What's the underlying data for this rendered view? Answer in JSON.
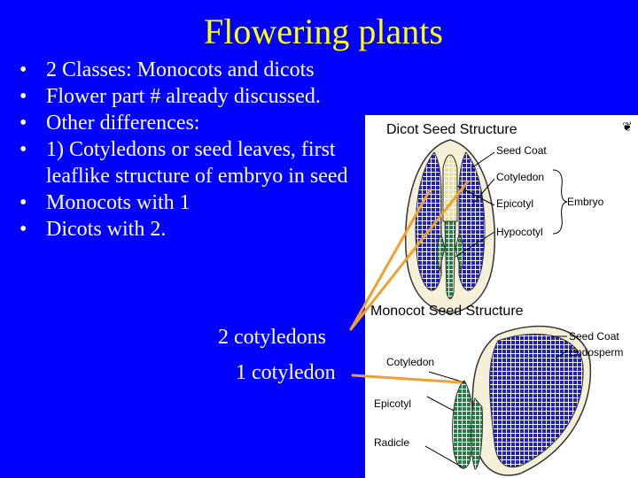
{
  "title": "Flowering plants",
  "bullets": [
    "2 Classes: Monocots and dicots",
    "Flower part # already discussed.",
    "Other differences:",
    "1) Cotyledons or seed leaves, first leaflike structure of embryo in seed",
    "Monocots with 1",
    "Dicots with 2."
  ],
  "bullet_symbol": "•",
  "callouts": {
    "two_cotyledons": "2 cotyledons",
    "one_cotyledon": "1 cotyledon"
  },
  "figure": {
    "dicot_title": "Dicot Seed Structure",
    "dicot_labels": {
      "seed_coat": "Seed Coat",
      "cotyledon": "Cotyledon",
      "epicotyl": "Epicotyl",
      "hypocotyl": "Hypocotyl",
      "embryo": "Embryo"
    },
    "monocot_title": "Monocot Seed Structure",
    "monocot_labels": {
      "seed_coat": "Seed Coat",
      "endosperm": "Endosperm",
      "cotyledon": "Cotyledon",
      "epicotyl": "Epicotyl",
      "radicle": "Radicle"
    }
  },
  "colors": {
    "background": "#0000ff",
    "title": "#ffff00",
    "text": "#ffffff",
    "arrow": "#f0a030",
    "seed_pattern": "#2020c0",
    "embryo_pattern": "#208040"
  }
}
